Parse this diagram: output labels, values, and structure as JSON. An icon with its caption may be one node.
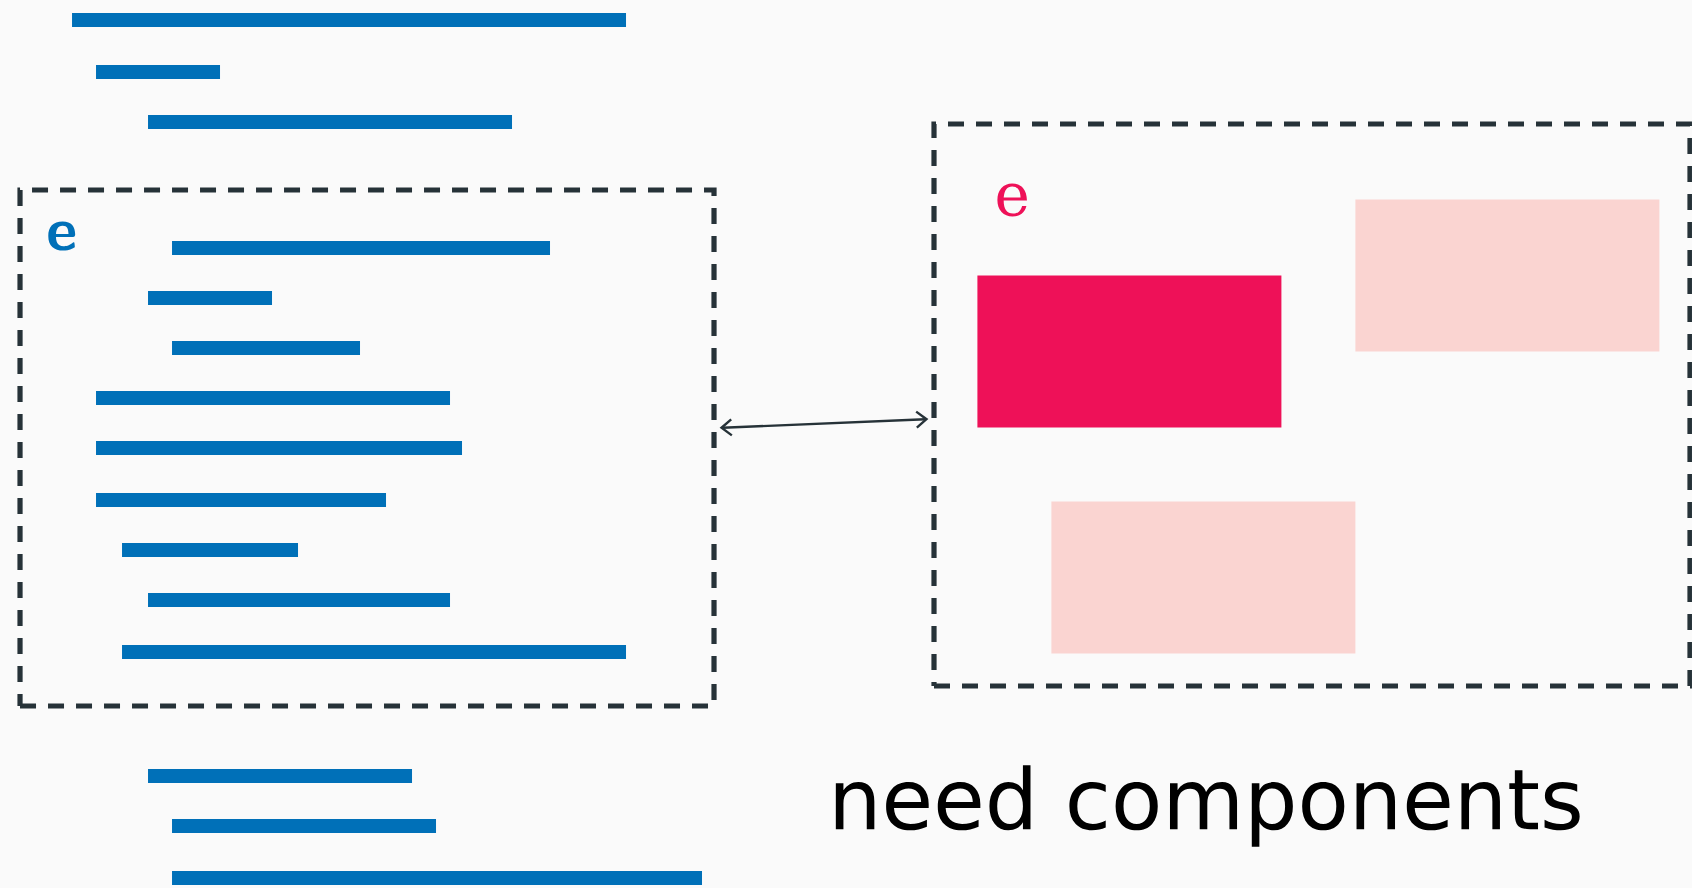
{
  "diagram": {
    "nodes": [
      {
        "text": [
          "e"
        ]
      },
      {
        "text": [
          "e"
        ]
      },
      {
        "text": [],
        "shape": "box",
        "in": 1
      },
      {
        "text": [],
        "shape": "box",
        "in": 1
      },
      {
        "text": [],
        "shape": "box",
        "in": 1
      }
    ],
    "edges": [
      {
        "from": 0,
        "to": 1,
        "arrow": "both"
      }
    ],
    "labels": [
      "need components"
    ]
  }
}
